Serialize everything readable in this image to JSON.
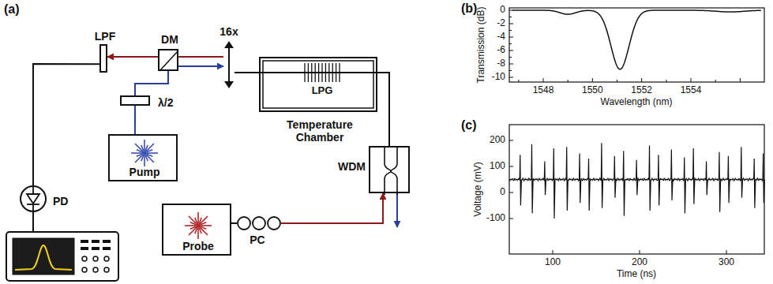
{
  "diagram": {
    "nodes": [
      {
        "text": [
          "LPF"
        ]
      },
      {
        "text": [
          "DM"
        ]
      },
      {
        "text": [
          "16x"
        ]
      },
      {
        "text": [
          "Temperature Chamber"
        ]
      },
      {
        "text": [
          "λ/2"
        ]
      },
      {
        "text": [
          "Pump"
        ]
      },
      {
        "text": [
          "PD"
        ]
      },
      {
        "text": [
          "WDM"
        ]
      },
      {
        "text": [
          "PC"
        ]
      },
      {
        "text": [
          "Probe"
        ]
      }
    ],
    "edges": [
      {
        "from": 1,
        "to": 0,
        "arrow": "to"
      },
      {
        "from": 2,
        "to": 1,
        "arrow": "none"
      },
      {
        "from": 1,
        "to": 2,
        "arrow": "to"
      },
      {
        "from": 3,
        "to": 2,
        "arrow": "none"
      },
      {
        "from": 7,
        "to": 3,
        "arrow": "none"
      },
      {
        "from": 5,
        "to": 4,
        "arrow": "none"
      },
      {
        "from": 4,
        "to": 1,
        "arrow": "none"
      },
      {
        "from": 0,
        "to": 6,
        "arrow": "none"
      },
      {
        "from": 9,
        "to": 8,
        "arrow": "none"
      },
      {
        "from": 8,
        "to": 7,
        "arrow": "to"
      }
    ],
    "labels": [
      "(a)",
      "LPG",
      "(b)",
      "0",
      "-2",
      "-4",
      "-6",
      "-8",
      "-10",
      "Transmission (dB)",
      "1548",
      "1550",
      "1552",
      "1554",
      "Wavelength (nm)",
      "(c)",
      "200",
      "100",
      "0",
      "-100",
      "Voltage (mV)",
      "100",
      "200",
      "300",
      "Time (ns)"
    ]
  }
}
